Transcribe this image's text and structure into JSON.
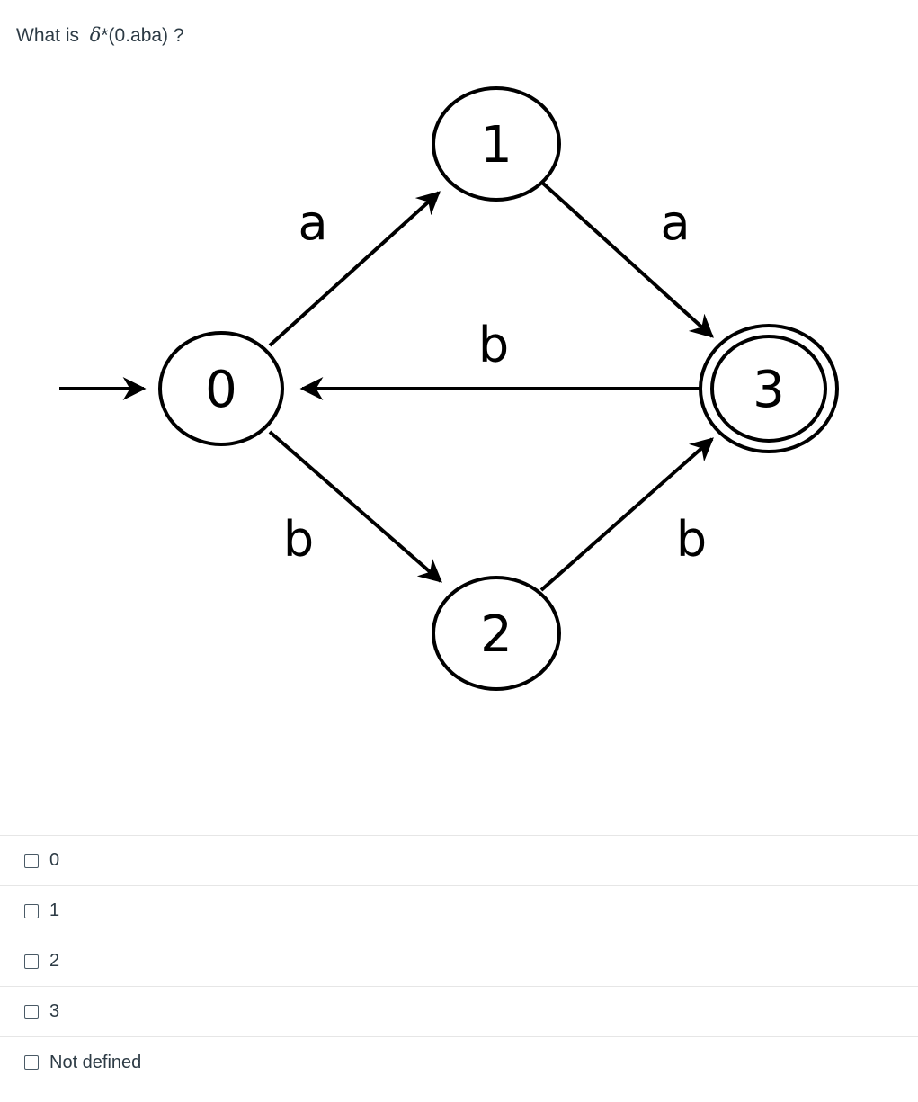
{
  "question": {
    "prefix": "What is",
    "delta": "δ",
    "expression": "*(0.aba) ?"
  },
  "diagram": {
    "states": [
      {
        "id": "0",
        "label": "0",
        "start": true,
        "accepting": false
      },
      {
        "id": "1",
        "label": "1",
        "start": false,
        "accepting": false
      },
      {
        "id": "2",
        "label": "2",
        "start": false,
        "accepting": false
      },
      {
        "id": "3",
        "label": "3",
        "start": false,
        "accepting": true
      }
    ],
    "transitions": [
      {
        "from": "0",
        "to": "1",
        "label": "a"
      },
      {
        "from": "1",
        "to": "3",
        "label": "a"
      },
      {
        "from": "3",
        "to": "0",
        "label": "b"
      },
      {
        "from": "0",
        "to": "2",
        "label": "b"
      },
      {
        "from": "2",
        "to": "3",
        "label": "b"
      }
    ]
  },
  "answers": [
    {
      "label": "0",
      "checked": false
    },
    {
      "label": "1",
      "checked": false
    },
    {
      "label": "2",
      "checked": false
    },
    {
      "label": "3",
      "checked": false
    },
    {
      "label": "Not defined",
      "checked": false
    }
  ]
}
